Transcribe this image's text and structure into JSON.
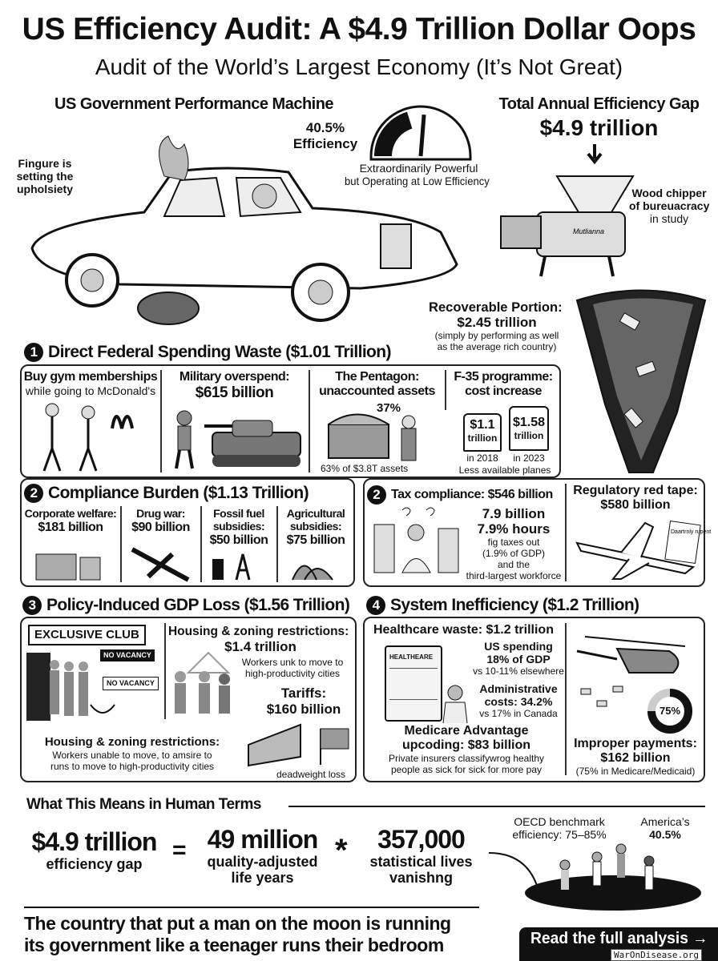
{
  "header": {
    "title": "US Efficiency Audit: A $4.9 Trillion Dollar Oops",
    "subtitle": "Audit of the World’s Largest Economy (It’s Not Great)"
  },
  "machine": {
    "title": "US Government Performance Machine",
    "efficiency_value": "40.5%",
    "efficiency_label": "Efficiency",
    "efficiency_fraction": 0.405,
    "gauge_caption_1": "Extraordinarily Powerful",
    "gauge_caption_2": "but Operating at Low Efficiency",
    "figure_note": [
      "Fingure is",
      "setting the",
      "upholsiety"
    ]
  },
  "gap": {
    "title": "Total Annual Efficiency Gap",
    "value": "$4.9 trillion",
    "chipper_label": [
      "Wood chipper",
      "of bureuacracy",
      "in study"
    ],
    "chipper_brand": "Mutlianna",
    "recoverable_title": "Recoverable Portion:",
    "recoverable_value": "$2.45 trillion",
    "recoverable_note": [
      "(simply by performing as well",
      "as the average rich country)"
    ]
  },
  "s1": {
    "num": "1",
    "title": "Direct Federal Spending Waste ($1.01 Trillion)",
    "gym_title": "Buy gym memberships",
    "gym_sub": "while going to McDonald's",
    "mil_title": "Military overspend:",
    "mil_value": "$615 billion",
    "pent_title": "The Pentagon:",
    "pent_sub": "unaccounted assets",
    "pent_pct": "37%",
    "pent_note": "63% of $3.8T assets",
    "f35_title": "F-35 programme:",
    "f35_sub": "cost increase",
    "f35_a_val": "$1.1",
    "f35_a_unit": "trillion",
    "f35_a_year": "in 2018",
    "f35_b_val": "$1.58",
    "f35_b_unit": "trillion",
    "f35_b_year": "in 2023",
    "f35_note": "Less available planes"
  },
  "s2": {
    "num": "2",
    "title": "Compliance Burden ($1.13 Trillion)",
    "items": [
      {
        "l1": "Corporate welfare:",
        "l2": "$181 billion"
      },
      {
        "l1": "Drug war:",
        "l2": "$90 billion"
      },
      {
        "l1": "Fossil fuel",
        "l2": "subsidies:",
        "l3": "$50 billion"
      },
      {
        "l1": "Agricultural",
        "l2": "subsidies:",
        "l3": "$75 billion"
      }
    ],
    "tax_num": "2",
    "tax_title": "Tax compliance: $546 billion",
    "tax_l1": "7.9 billion",
    "tax_l2": "7.9% hours",
    "tax_l3": "fig taxes out",
    "tax_l4": "(1.9% of GDP)",
    "tax_l5": "and the",
    "tax_l6": "third-largest workforce",
    "reg_title": "Regulatory red tape:",
    "reg_value": "$580 billion",
    "reg_doc": "Daartrnly rupent"
  },
  "s3": {
    "num": "3",
    "title": "Policy-Induced GDP Loss ($1.56 Trillion)",
    "club": "EXCLUSIVE CLUB",
    "novac": "NO VACANCY",
    "housing_title": "Housing & zoning restrictions:",
    "housing_value": "$1.4 trillion",
    "housing_sub1": "Workers unk to move to",
    "housing_sub2": "high-productivity cities",
    "tariff_title": "Tariffs:",
    "tariff_value": "$160 billion",
    "deadweight": "deadweight loss",
    "housing2_title": "Housing & zoning restrictions:",
    "housing2_sub1": "Workers unable to move, to amsire to",
    "housing2_sub2": "runs to move to high-productivity cities"
  },
  "s4": {
    "num": "4",
    "title": "System Inefficiency ($1.2 Trillion)",
    "hc_title": "Healthcare waste: $1.2 trillion",
    "clip": "HEALTHEARE",
    "us_l1": "US spending",
    "us_l2": "18% of GDP",
    "us_l3": "vs 10-11% elsewhere",
    "adm_l1": "Administrative",
    "adm_l2": "costs: 34.2%",
    "adm_l3": "vs 17% in Canada",
    "ma_l1": "Medicare Advantage",
    "ma_l2": "upcoding: $83 billion",
    "ma_sub1": "Private insurers classifywrog healthy",
    "ma_sub2": "people as sick for sick for more pay",
    "donut": "75%",
    "donut_fraction": 0.75,
    "imp_l1": "Improper payments:",
    "imp_l2": "$162 billion",
    "imp_sub": "(75% in Medicare/Medicaid)"
  },
  "human": {
    "title": "What This Means in Human Terms",
    "a_val": "$4.9 trillion",
    "a_lbl": "efficiency gap",
    "eq": "=",
    "b_val": "49 million",
    "b_lbl1": "quality-adjusted",
    "b_lbl2": "life years",
    "times": "*",
    "c_val": "357,000",
    "c_lbl1": "statistical lives",
    "c_lbl2": "vanishng",
    "oecd1": "OECD benchmark",
    "oecd2": "efficiency: 75–85%",
    "amer1": "America’s",
    "amer2": "40.5%"
  },
  "footer": {
    "line1": "The country that put a man on the moon is running",
    "line2": "its government like a teenager runs their bedroom",
    "cta": "Read the full analysis →",
    "watermark": "WarOnDisease.org"
  }
}
